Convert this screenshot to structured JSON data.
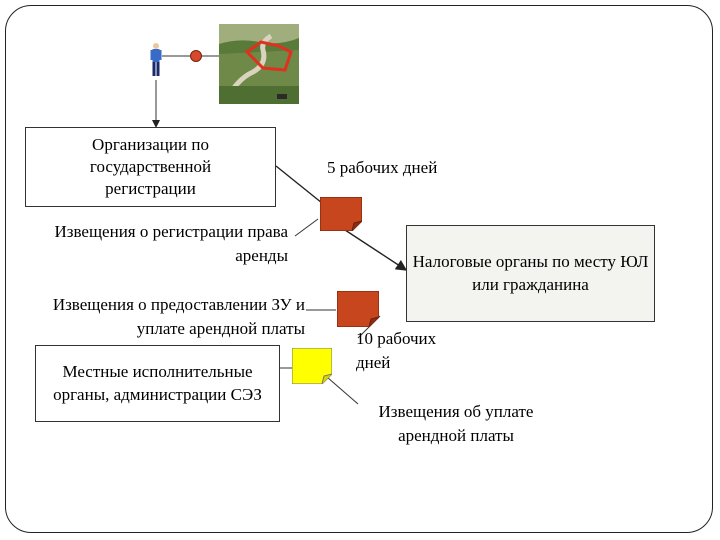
{
  "boxes": {
    "registration": "Организации по государственной регистрации",
    "tax": "Налоговые органы по месту ЮЛ или гражданина",
    "local": "Местные исполнительные органы, администрации СЭЗ"
  },
  "labels": {
    "five_days": "5 рабочих дней",
    "notice_lease_line1": "Извещения о регистрации права",
    "notice_lease_line2": "аренды",
    "notice_land_line1": "Извещения о предоставлении ЗУ и",
    "notice_land_line2": "уплате арендной платы",
    "ten_days_line1": "10 рабочих",
    "ten_days_line2": "дней",
    "notice_payment_line1": "Извещения об уплате",
    "notice_payment_line2": "арендной платы"
  },
  "colors": {
    "doc_red": "#c8461e",
    "doc_yellow": "#ffff00",
    "tax_box_bg": "#f3f3f0"
  },
  "icons": [
    "person-icon",
    "location-pin-icon",
    "land-plot-photo",
    "document-icon"
  ]
}
